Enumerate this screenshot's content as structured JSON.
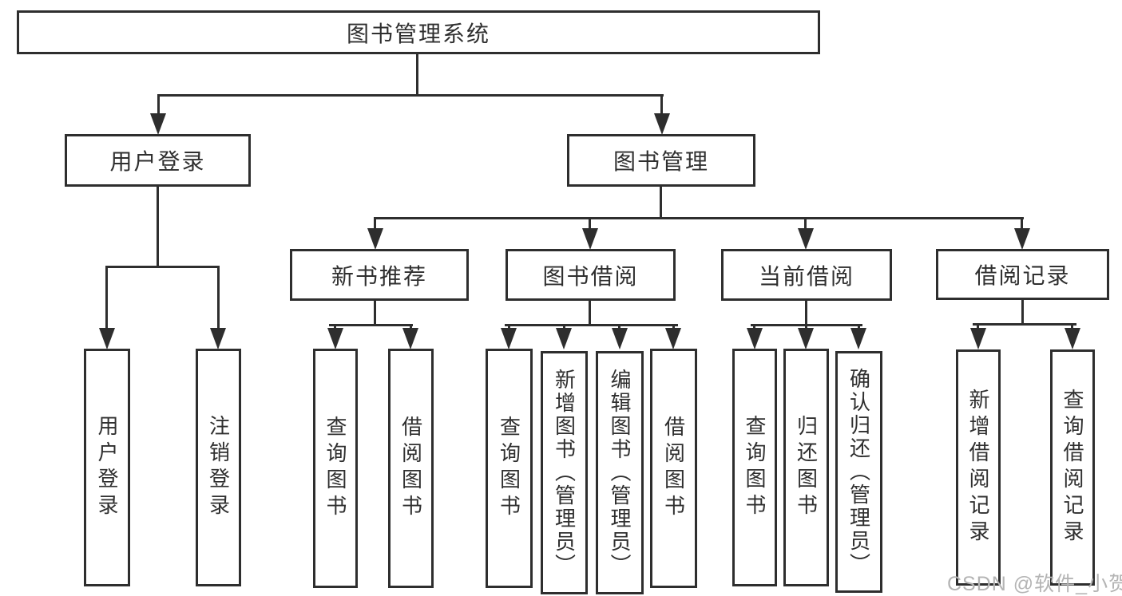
{
  "diagram": {
    "root": {
      "label": "图书管理系统"
    },
    "level2": {
      "user_login": {
        "label": "用户登录"
      },
      "book_mgmt": {
        "label": "图书管理"
      }
    },
    "level3": {
      "new_book": {
        "label": "新书推荐"
      },
      "book_borrow": {
        "label": "图书借阅"
      },
      "current_borrow": {
        "label": "当前借阅"
      },
      "borrow_record": {
        "label": "借阅记录"
      }
    },
    "leaves": {
      "user_login_1": {
        "label": "用户登录"
      },
      "user_login_2": {
        "label": "注销登录"
      },
      "new_book_1": {
        "label": "查询图书"
      },
      "new_book_2": {
        "label": "借阅图书"
      },
      "book_borrow_1": {
        "label": "查询图书"
      },
      "book_borrow_2": {
        "label": "新增图书（管理员）"
      },
      "book_borrow_3": {
        "label": "编辑图书（管理员）"
      },
      "book_borrow_4": {
        "label": "借阅图书"
      },
      "current_borrow_1": {
        "label": "查询图书"
      },
      "current_borrow_2": {
        "label": "归还图书"
      },
      "current_borrow_3": {
        "label": "确认归还（管理员）"
      },
      "borrow_record_1": {
        "label": "新增借阅记录"
      },
      "borrow_record_2": {
        "label": "查询借阅记录"
      }
    }
  },
  "watermark": {
    "text": "CSDN @软件_小贺同学"
  },
  "colors": {
    "line": "#2e2e2e",
    "text": "#2f2f2f",
    "watermark": "#b4b4b4",
    "background": "#ffffff"
  }
}
